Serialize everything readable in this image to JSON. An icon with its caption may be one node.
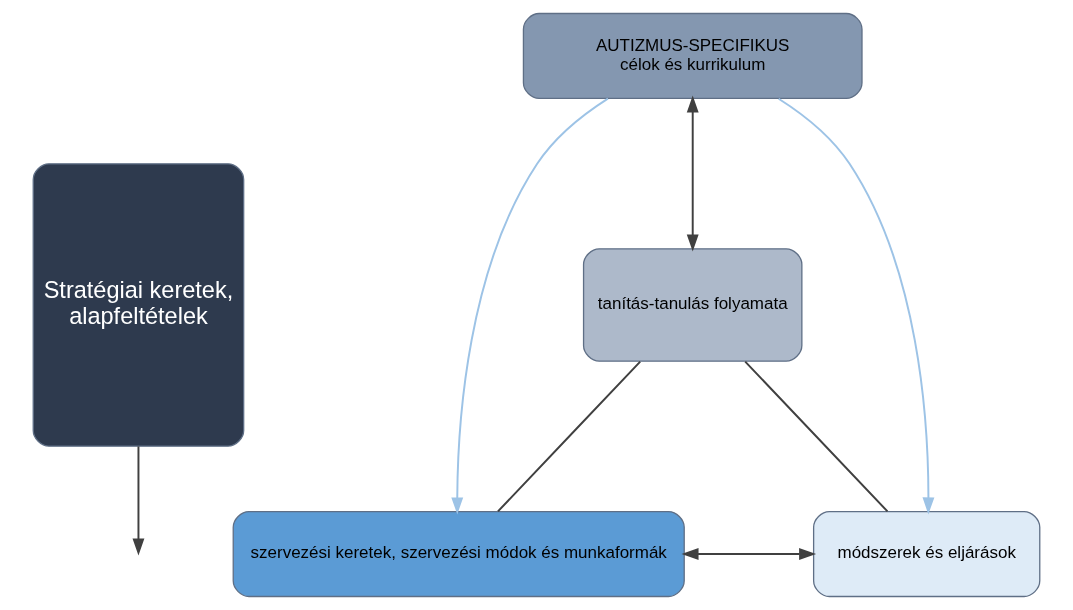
{
  "diagram": {
    "nodes": [
      {
        "text": [
          "Stratégiai keretek, alapfeltételek"
        ]
      },
      {
        "text": [
          "AUTIZMUS-SPECIFIKUS",
          "célok és kurrikulum"
        ]
      },
      {
        "text": [
          "tanítás-tanulás folyamata"
        ]
      },
      {
        "text": [
          "szervezési keretek, szervezési módok és munkaformák"
        ]
      },
      {
        "text": [
          "módszerek és eljárások"
        ]
      }
    ],
    "edges": [
      {
        "from": 0,
        "to": null,
        "arrow": "to"
      },
      {
        "from": 1,
        "to": 3,
        "arrow": "to",
        "color": "#9dc3e6"
      },
      {
        "from": 1,
        "to": 4,
        "arrow": "to",
        "color": "#9dc3e6"
      },
      {
        "from": 1,
        "to": 2,
        "arrow": "both"
      },
      {
        "from": 2,
        "to": 3,
        "arrow": "none"
      },
      {
        "from": 2,
        "to": 4,
        "arrow": "none"
      },
      {
        "from": 3,
        "to": 4,
        "arrow": "both"
      }
    ]
  }
}
